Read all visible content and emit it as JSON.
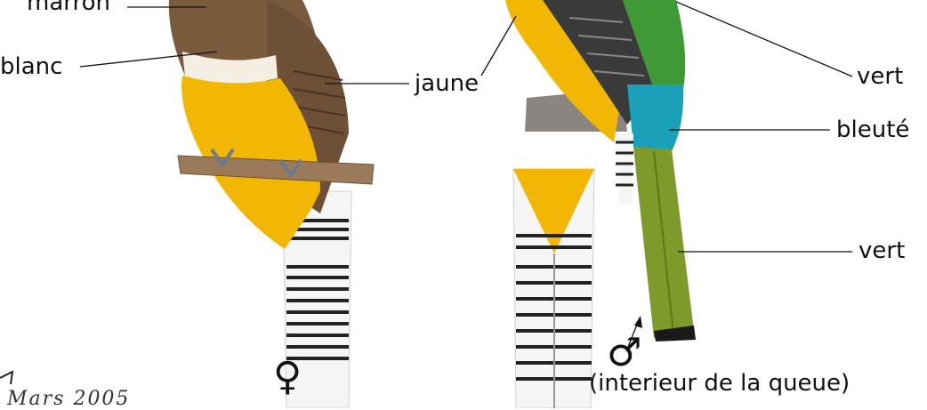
{
  "labels": {
    "marron": "marron",
    "blanc": "blanc",
    "jaune": "jaune",
    "vert_top": "vert",
    "bleute": "bleuté",
    "vert_tail": "vert",
    "interieur": "(interieur de la queue)"
  },
  "symbols": {
    "female": "♀",
    "male": "♂"
  },
  "signature": "Mars 2005",
  "colors": {
    "brown": "#7a5a3c",
    "white": "#f4efe2",
    "yellow": "#f2b705",
    "green": "#3f9a35",
    "blue": "#1aa0b8",
    "olive": "#7d9a2a",
    "branch": "#9b7a5a"
  }
}
